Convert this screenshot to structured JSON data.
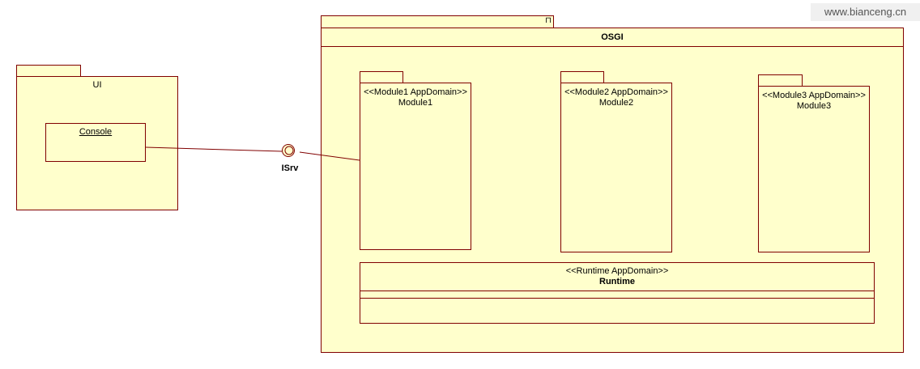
{
  "watermark": "www.bianceng.cn",
  "ui_package": {
    "title": "UI",
    "console_label": "Console"
  },
  "interface": {
    "label": "ISrv"
  },
  "osgi_package": {
    "title": "OSGI"
  },
  "modules": [
    {
      "stereotype": "<<Module1 AppDomain>>",
      "name": "Module1"
    },
    {
      "stereotype": "<<Module2 AppDomain>>",
      "name": "Module2"
    },
    {
      "stereotype": "<<Module3 AppDomain>>",
      "name": "Module3"
    }
  ],
  "runtime": {
    "stereotype": "<<Runtime AppDomain>>",
    "name": "Runtime"
  },
  "colors": {
    "fill": "#ffffcc",
    "stroke": "#800000",
    "text": "#000000"
  }
}
